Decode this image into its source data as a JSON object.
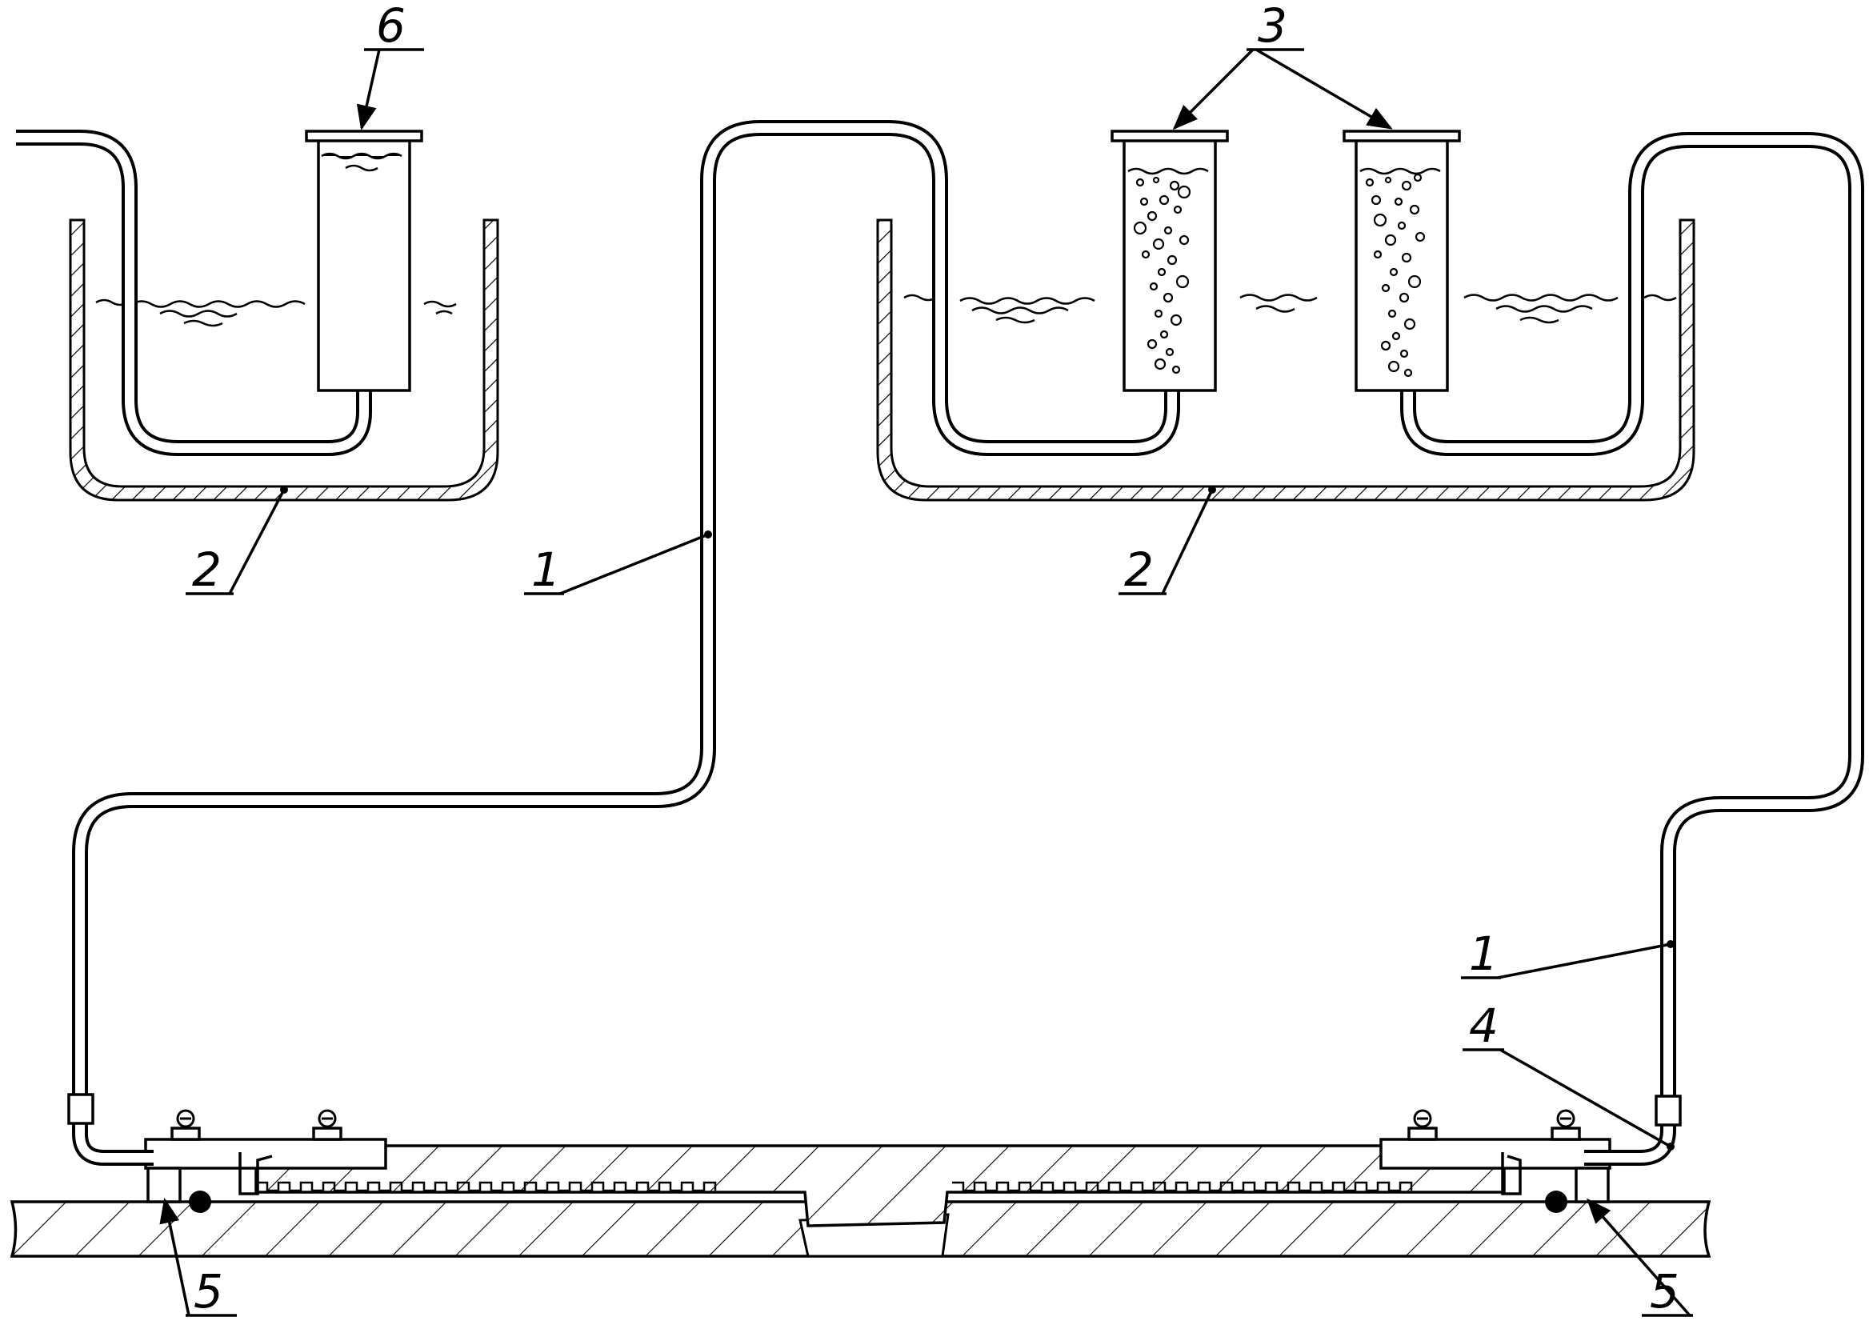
{
  "labels": {
    "tube_upper": "1",
    "tube_lower": "1",
    "bath_left": "2",
    "bath_right": "2",
    "vessels": "3",
    "joint": "4",
    "seal_left": "5",
    "seal_right": "5",
    "inlet_vessel": "6"
  }
}
